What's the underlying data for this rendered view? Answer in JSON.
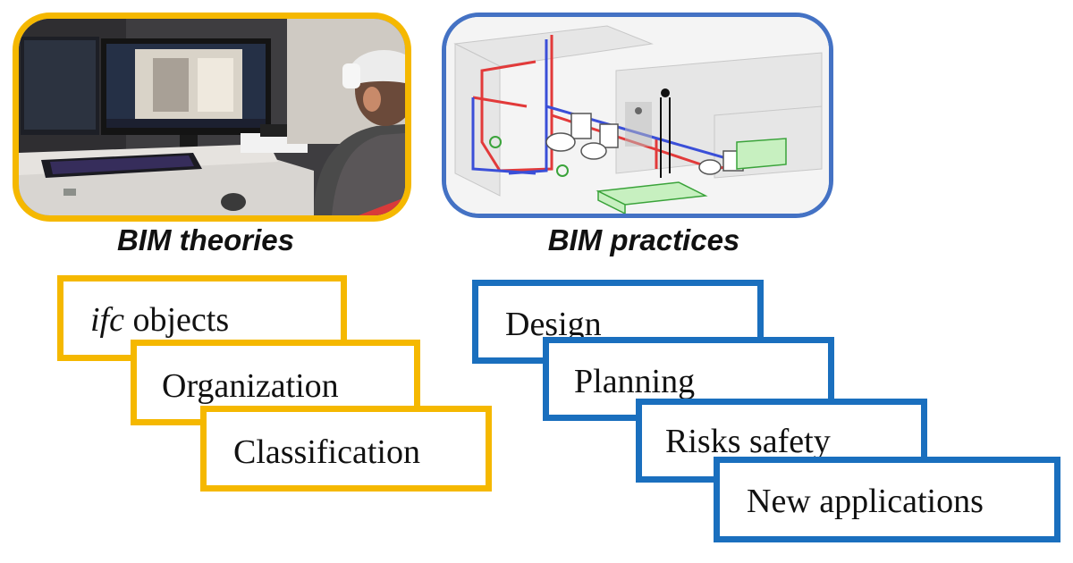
{
  "colors": {
    "theories_accent": "#f5b800",
    "practices_accent": "#1a6fbe",
    "render_frame": "#4472c4"
  },
  "theories": {
    "caption": "BIM theories",
    "items": [
      {
        "prefix": "ifc",
        "text": " objects"
      },
      {
        "text": "Organization"
      },
      {
        "text": "Classification"
      }
    ]
  },
  "practices": {
    "caption": "BIM practices",
    "items": [
      "Design",
      "Planning",
      "Risks safety",
      "New applications"
    ]
  }
}
